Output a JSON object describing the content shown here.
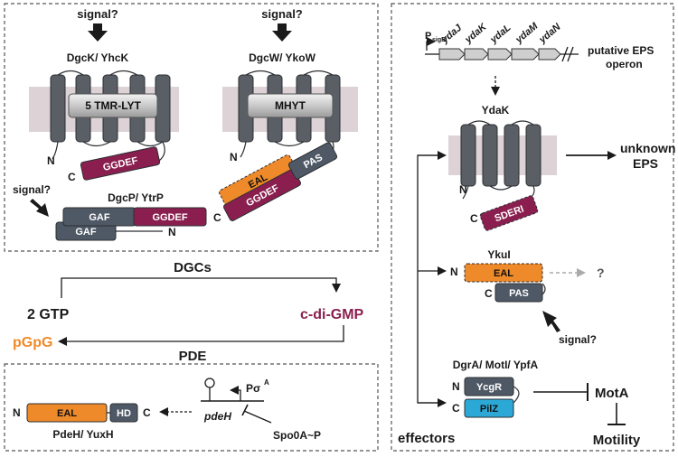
{
  "colors": {
    "ggdef": "#8a1f4f",
    "eal": "#ee8a2a",
    "pas": "#4f5966",
    "gaf": "#4f5966",
    "helix": "#5a5f66",
    "membrane": "#ddd2d6",
    "pilz": "#2ba8d6",
    "gtp_product": "#ee8a2a",
    "cdigmp": "#8a1f4f"
  },
  "icons": [
    "block-arrow-icon",
    "dashed-arrow-icon",
    "inhibit-bar-icon",
    "promoter-arrow-icon",
    "terminator-icon"
  ],
  "top_left": {
    "signal1": "signal?",
    "signal2": "signal?",
    "signal3": "signal?",
    "dgck_name": "DgcK/ YhcK",
    "dgck_domain": "5 TMR-LYT",
    "dgcw_name": "DgcW/ YkoW",
    "dgcw_domain": "MHYT",
    "n1": "N",
    "c1": "C",
    "n2": "N",
    "ggdef1": "GGDEF",
    "eal1": "EAL",
    "ggdef2": "GGDEF",
    "pas1": "PAS",
    "dgcp_name": "DgcP/ YtrP",
    "gaf1": "GAF",
    "gaf2": "GAF",
    "ggdef3": "GGDEF",
    "c3": "C",
    "n3": "N"
  },
  "middle": {
    "dgcs": "DGCs",
    "gtp": "2 GTP",
    "cdigmp": "c-di-GMP",
    "pgpg": "pGpG",
    "pde": "PDE"
  },
  "bottom_left": {
    "n": "N",
    "eal": "EAL",
    "hd": "HD",
    "c": "C",
    "name": "PdeH/ YuxH",
    "promoter": "Pσ",
    "promoter_sup": "A",
    "gene": "pdeH",
    "regulator": "Spo0A~P"
  },
  "right": {
    "promoter": "P",
    "promoter_sub": "sigB",
    "genes": [
      "ydaJ",
      "ydaK",
      "ydaL",
      "ydaM",
      "ydaN"
    ],
    "operon1": "putative EPS",
    "operon2": "operon",
    "ydak_name": "YdaK",
    "eps1": "unknown",
    "eps2": "EPS",
    "n1": "N",
    "c1": "C",
    "sderi": "SDERI",
    "ykul_name": "YkuI",
    "n2": "N",
    "c2": "C",
    "eal": "EAL",
    "pas": "PAS",
    "question": "?",
    "signal": "signal?",
    "dgra_name": "DgrA/ MotI/ YpfA",
    "n3": "N",
    "c3": "C",
    "ycgr": "YcgR",
    "pilz": "PilZ",
    "mota": "MotA",
    "motility": "Motility",
    "effectors": "effectors"
  }
}
